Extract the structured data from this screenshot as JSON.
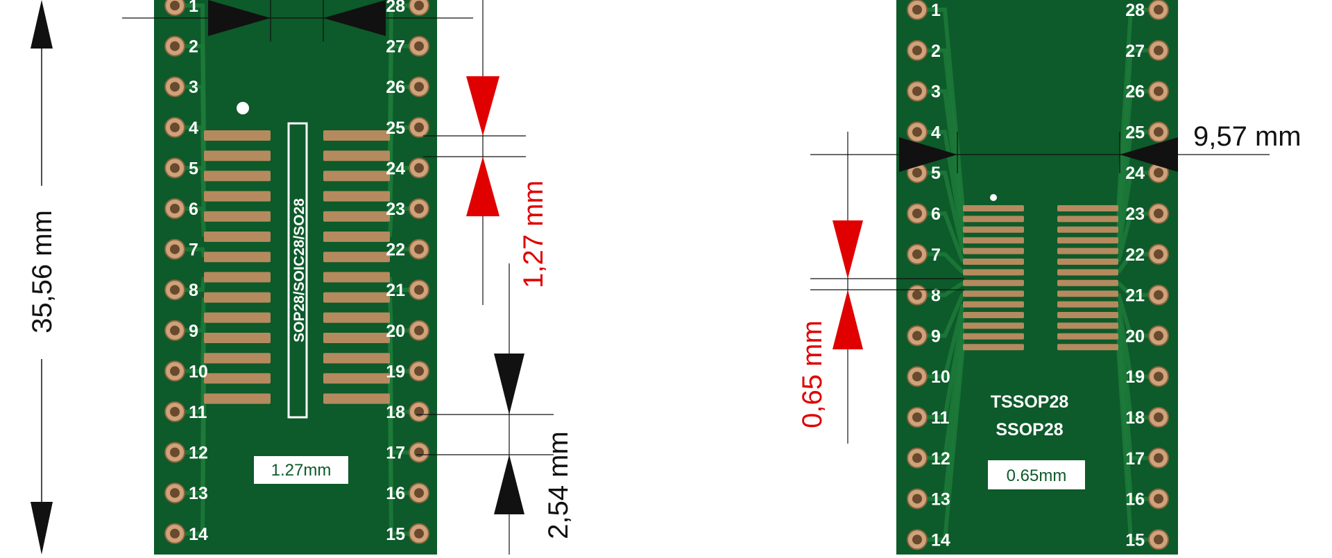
{
  "colors": {
    "board": "#0d5a2a",
    "board_edge": "#0a4a22",
    "trace": "#1d7a3a",
    "pad": "#b58a5e",
    "pad_ring": "#cfa27a",
    "pad_hole": "#6a4a2e",
    "silk": "#ffffff",
    "dim_black": "#111111",
    "dim_red": "#e00000"
  },
  "board_left": {
    "pin_numbers_left": [
      "1",
      "2",
      "3",
      "4",
      "5",
      "6",
      "7",
      "8",
      "9",
      "10",
      "11",
      "12",
      "13",
      "14"
    ],
    "pin_numbers_right": [
      "28",
      "27",
      "26",
      "25",
      "24",
      "23",
      "22",
      "21",
      "20",
      "19",
      "18",
      "17",
      "16",
      "15"
    ],
    "package_label": "SOP28/SOIC28/SO28",
    "pitch_label": "1.27mm"
  },
  "board_right": {
    "pin_numbers_left": [
      "1",
      "2",
      "3",
      "4",
      "5",
      "6",
      "7",
      "8",
      "9",
      "10",
      "11",
      "12",
      "13",
      "14"
    ],
    "pin_numbers_right": [
      "28",
      "27",
      "26",
      "25",
      "24",
      "23",
      "22",
      "21",
      "20",
      "19",
      "18",
      "17",
      "16",
      "15"
    ],
    "package_label_1": "TSSOP28",
    "package_label_2": "SSOP28",
    "pitch_label": "0.65mm"
  },
  "dimensions": {
    "length": "35,56 mm",
    "pitch_sop": "1,27 mm",
    "pin_spacing": "2,54 mm",
    "pitch_ssop": "0,65 mm",
    "width_ssop": "9,57 mm"
  }
}
